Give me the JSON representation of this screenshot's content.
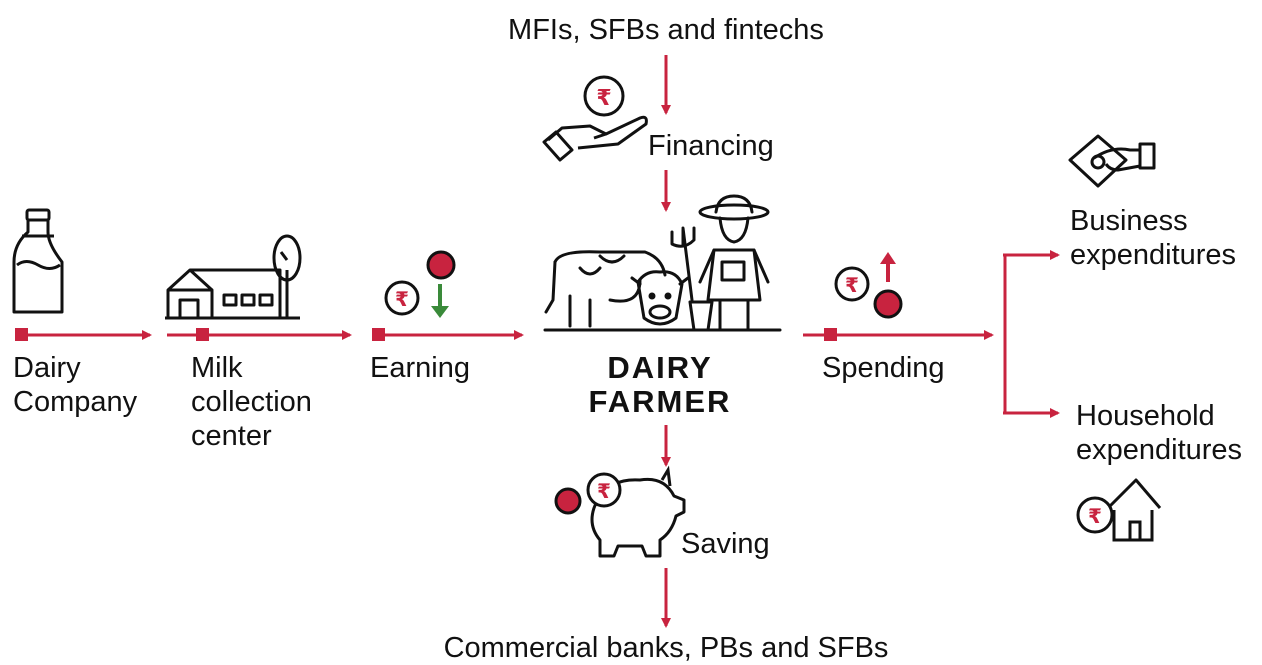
{
  "diagram": {
    "top_source": "MFIs, SFBs and fintechs",
    "financing": "Financing",
    "center_line1": "DAIRY",
    "center_line2": "FARMER",
    "saving": "Saving",
    "bottom_target": "Commercial banks, PBs and SFBs",
    "dairy_company": [
      "Dairy",
      "Company"
    ],
    "milk_center": [
      "Milk",
      "collection",
      "center"
    ],
    "earning": "Earning",
    "spending": "Spending",
    "business": [
      "Business",
      "expenditures"
    ],
    "household": [
      "Household",
      "expenditures"
    ],
    "currency_symbol": "₹"
  },
  "colors": {
    "accent": "#c8233f",
    "ink": "#111111",
    "green": "#3a8a3a"
  }
}
